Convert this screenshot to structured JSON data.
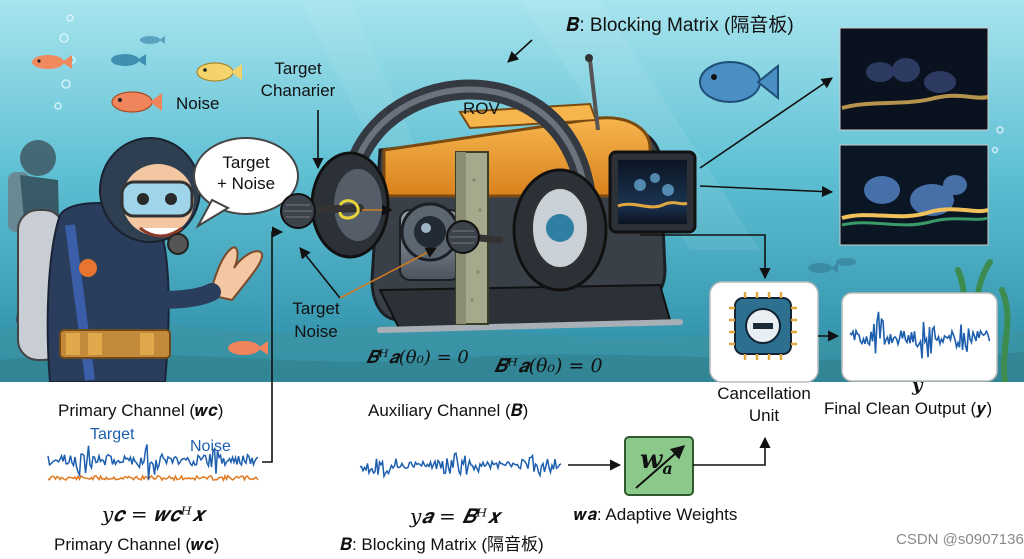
{
  "underwater": {
    "fish_label": "Noise",
    "speech_bubble": [
      "Target",
      "+ Noise"
    ],
    "target_channel_label": [
      "Target",
      "Chanarier"
    ],
    "target_noise_label": [
      "Target",
      "Noise"
    ],
    "rov_label": "ROV",
    "blocking_matrix_title": "𝑩: Blocking Matrix (隔音板)",
    "constraint_left": "𝑩ᴴ𝒂(θ₀) = 0",
    "constraint_right": "𝑩ᴴ𝒂(θ₀) = 0"
  },
  "lower": {
    "primary_title": "Primary Channel (𝒘𝒄)",
    "primary_target_label": "Target",
    "primary_noise_label": "Noise",
    "primary_equation": "y𝒄 = 𝒘𝒄ᴴ𝒙",
    "primary_footer": "Primary Channel (𝒘𝒄)",
    "auxiliary_title": "Auxiliary Channel (𝑩)",
    "auxiliary_equation": "y𝒂 = 𝑩ᴴ𝒙",
    "auxiliary_footer": "𝑩: Blocking Matrix (隔音板)",
    "weights_symbol": "w",
    "weights_subscript": "a",
    "weights_caption": "𝒘𝒂: Adaptive Weights",
    "cancellation_label": [
      "Cancellation",
      "Unit"
    ],
    "output_symbol": "𝒚",
    "output_caption": "Final Clean Output (𝒚)"
  },
  "watermark": "CSDN @s0907136",
  "colors": {
    "water_top": "#8fd9e6",
    "water_bottom": "#2c8fa8",
    "rov_orange": "#f2a13a",
    "target_wave": "#1d5fae",
    "noise_wave": "#e07b24",
    "weights_box": "#8bc98a",
    "chip": "#2d6f8f"
  },
  "icons": [
    "diver-icon",
    "fish-icon",
    "microphone-icon",
    "headphones-icon",
    "rov-icon",
    "blocking-plate-icon",
    "sonar-screen-icon",
    "chip-icon",
    "minus-icon",
    "arrow-icon"
  ]
}
